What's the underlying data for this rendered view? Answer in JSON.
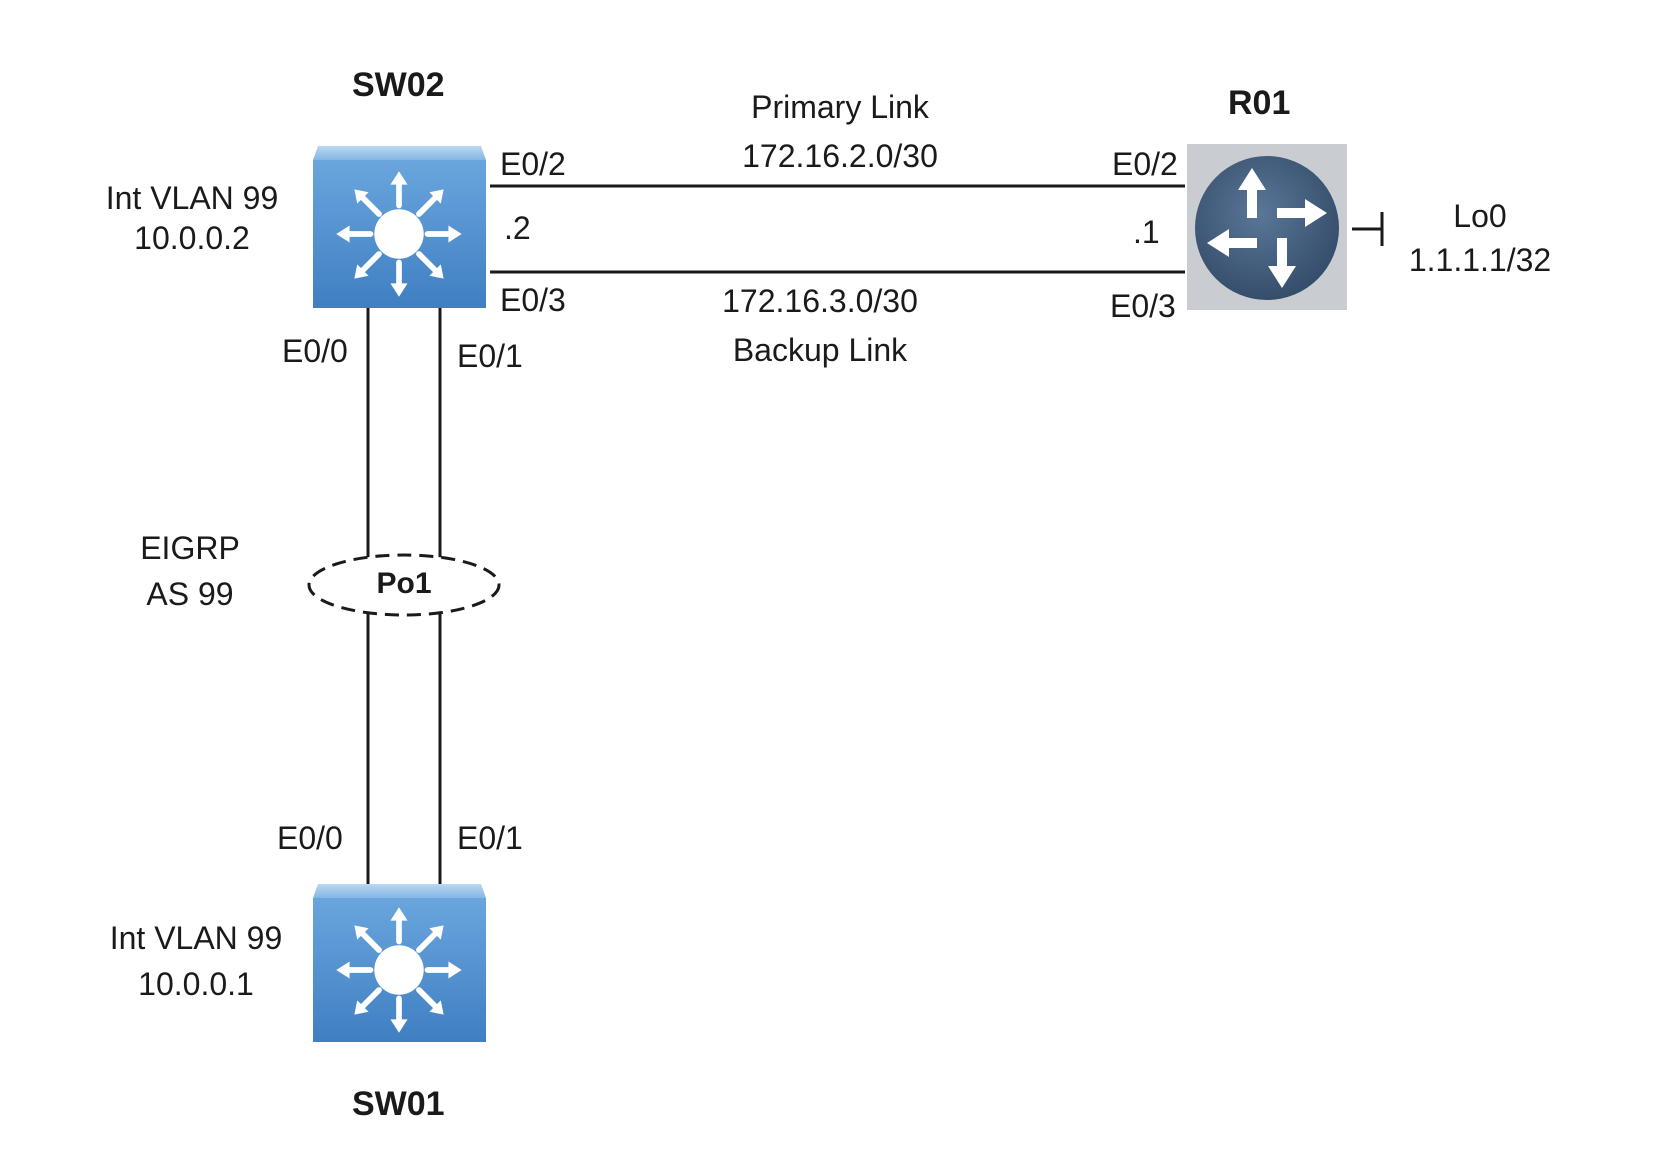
{
  "devices": {
    "sw02": {
      "name": "SW02",
      "vlan": "Int VLAN 99",
      "ip": "10.0.0.2"
    },
    "sw01": {
      "name": "SW01",
      "vlan": "Int VLAN 99",
      "ip": "10.0.0.1"
    },
    "r01": {
      "name": "R01",
      "loopback": "Lo0",
      "loopback_ip": "1.1.1.1/32"
    }
  },
  "links": {
    "primary": {
      "label": "Primary Link",
      "subnet": "172.16.2.0/30"
    },
    "backup": {
      "label": "Backup Link",
      "subnet": "172.16.3.0/30"
    }
  },
  "interfaces": {
    "sw02_e02": "E0/2",
    "sw02_e03": "E0/3",
    "sw02_e00": "E0/0",
    "sw02_e01": "E0/1",
    "sw02_host": ".2",
    "r01_e02": "E0/2",
    "r01_e03": "E0/3",
    "r01_host": ".1",
    "sw01_e00": "E0/0",
    "sw01_e01": "E0/1"
  },
  "portchannel": {
    "name": "Po1",
    "protocol": "EIGRP",
    "as": "AS 99"
  },
  "colors": {
    "switch_face": "#4f8fcf",
    "switch_top": "#8ab9e6",
    "router_body": "#3f5a78",
    "router_bg": "#c9ccd1",
    "line": "#1a1a1a"
  }
}
